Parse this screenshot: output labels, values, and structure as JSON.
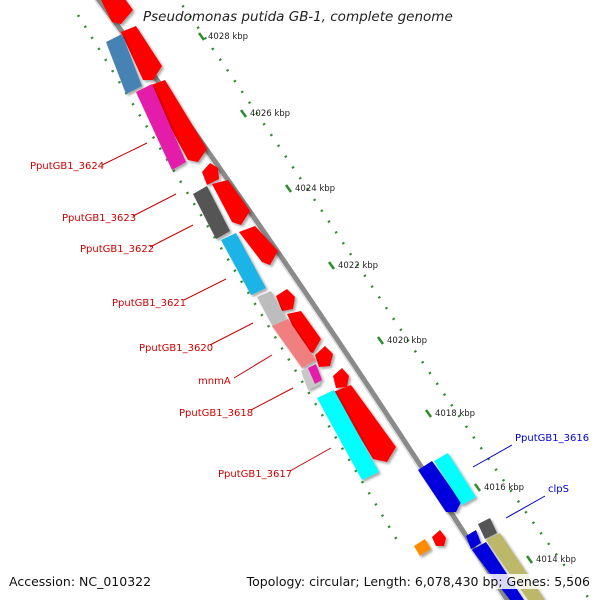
{
  "title": "Pseudomonas putida GB-1, complete genome",
  "accession": "Accession: NC_010322",
  "topology": "Topology: circular; Length: 6,078,430 bp; Genes: 5,506",
  "ticks": [
    "4028 kbp",
    "4026 kbp",
    "4024 kbp",
    "4022 kbp",
    "4020 kbp",
    "4018 kbp",
    "4016 kbp",
    "4014 kbp"
  ],
  "gene_labels": [
    {
      "text": "PputGB1_3624",
      "color": "#cc0000"
    },
    {
      "text": "PputGB1_3623",
      "color": "#cc0000"
    },
    {
      "text": "PputGB1_3622",
      "color": "#cc0000"
    },
    {
      "text": "PputGB1_3621",
      "color": "#cc0000"
    },
    {
      "text": "PputGB1_3620",
      "color": "#cc0000"
    },
    {
      "text": "mnmA",
      "color": "#cc0000"
    },
    {
      "text": "PputGB1_3618",
      "color": "#cc0000"
    },
    {
      "text": "PputGB1_3617",
      "color": "#cc0000"
    },
    {
      "text": "PputGB1_3616",
      "color": "#0000cc"
    },
    {
      "text": "clpS",
      "color": "#0000cc"
    }
  ],
  "colors": {
    "cds": "#ff0000",
    "backbone": "#888888",
    "ruler": "#2e8b2e",
    "forward_label": "#cc0000",
    "reverse_label": "#0000cc"
  }
}
